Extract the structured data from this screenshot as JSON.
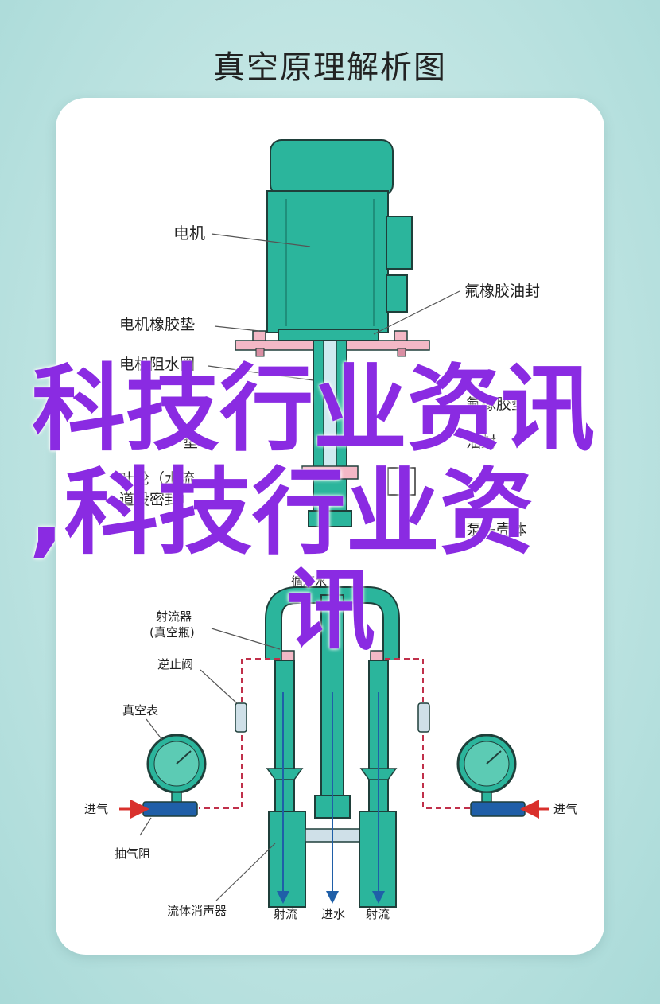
{
  "title": "真空原理解析图",
  "labels": {
    "motor": "电机",
    "oil_seal": "氟橡胶油封",
    "motor_gasket": "电机橡胶垫",
    "water_ring": "电机阻水圈",
    "rubber_gasket": "氟橡胶垫",
    "pad": "垫",
    "seal": "油封",
    "guide_seal_1": "叶轮（水流",
    "guide_seal_2": "道设密封）",
    "pump_head": "泵头壳体",
    "circulation": "循环水",
    "ejector_1": "射流器",
    "ejector_2": "(真空瓶)",
    "check_valve": "逆止阀",
    "vacuum_gauge": "真空表",
    "air_in_left": "进气",
    "air_in_right": "进气",
    "exhaust_resistor": "抽气阻",
    "fluid_silencer": "流体消声器",
    "jet_left": "射流",
    "water_in": "进水",
    "jet_right": "射流"
  },
  "watermark": {
    "line1": "科技行业资讯",
    "line2": ",科技行业资",
    "line3": "讯"
  },
  "colors": {
    "teal": "#2bb59c",
    "teal_dark": "#1f8f7b",
    "pink": "#f3b8c6",
    "pink_dark": "#d98fa3",
    "blue": "#1f5fa8",
    "purple": "#8a2be2"
  },
  "icons": {
    "gauge_left": "vacuum-gauge-icon",
    "gauge_right": "vacuum-gauge-icon"
  }
}
